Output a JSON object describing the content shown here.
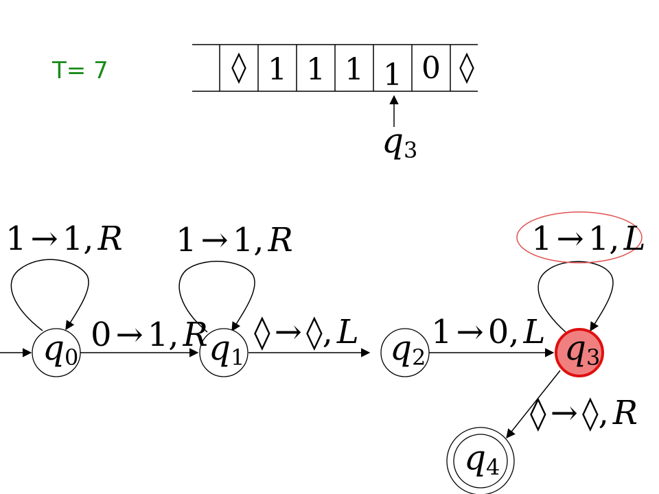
{
  "time": {
    "label": "T= 7"
  },
  "tape": {
    "cells": [
      "",
      "◊",
      "1",
      "1",
      "1",
      "1",
      "0",
      "◊"
    ],
    "head_index": 5,
    "head_state": {
      "name": "q",
      "sub": "3"
    }
  },
  "states": [
    {
      "id": "q0",
      "name": "q",
      "sub": "0",
      "initial": true,
      "accepting": false,
      "active": false
    },
    {
      "id": "q1",
      "name": "q",
      "sub": "1",
      "initial": false,
      "accepting": false,
      "active": false
    },
    {
      "id": "q2",
      "name": "q",
      "sub": "2",
      "initial": false,
      "accepting": false,
      "active": false
    },
    {
      "id": "q3",
      "name": "q",
      "sub": "3",
      "initial": false,
      "accepting": false,
      "active": true
    },
    {
      "id": "q4",
      "name": "q",
      "sub": "4",
      "initial": false,
      "accepting": true,
      "active": false
    }
  ],
  "transitions": {
    "q0_loop": {
      "read": "1",
      "arrow": "→",
      "write": "1,",
      "move": "R"
    },
    "q1_loop": {
      "read": "1",
      "arrow": "→",
      "write": "1,",
      "move": "R"
    },
    "q3_loop": {
      "read": "1",
      "arrow": "→",
      "write": "1,",
      "move": "L"
    },
    "q0_q1": {
      "read": "0",
      "arrow": "→",
      "write": "1,",
      "move": "R"
    },
    "q1_q2": {
      "read": "◊",
      "arrow": "→",
      "write": "◊,",
      "move": "L"
    },
    "q2_q3": {
      "read": "1",
      "arrow": "→",
      "write": "0,",
      "move": "L"
    },
    "q3_q4": {
      "read": "◊",
      "arrow": "→",
      "write": "◊,",
      "move": "R"
    }
  },
  "colors": {
    "active_state_fill": "#f08080",
    "active_state_stroke": "#e01010",
    "highlight_ellipse": "#e05050",
    "time_label": "#1a8a1a"
  }
}
